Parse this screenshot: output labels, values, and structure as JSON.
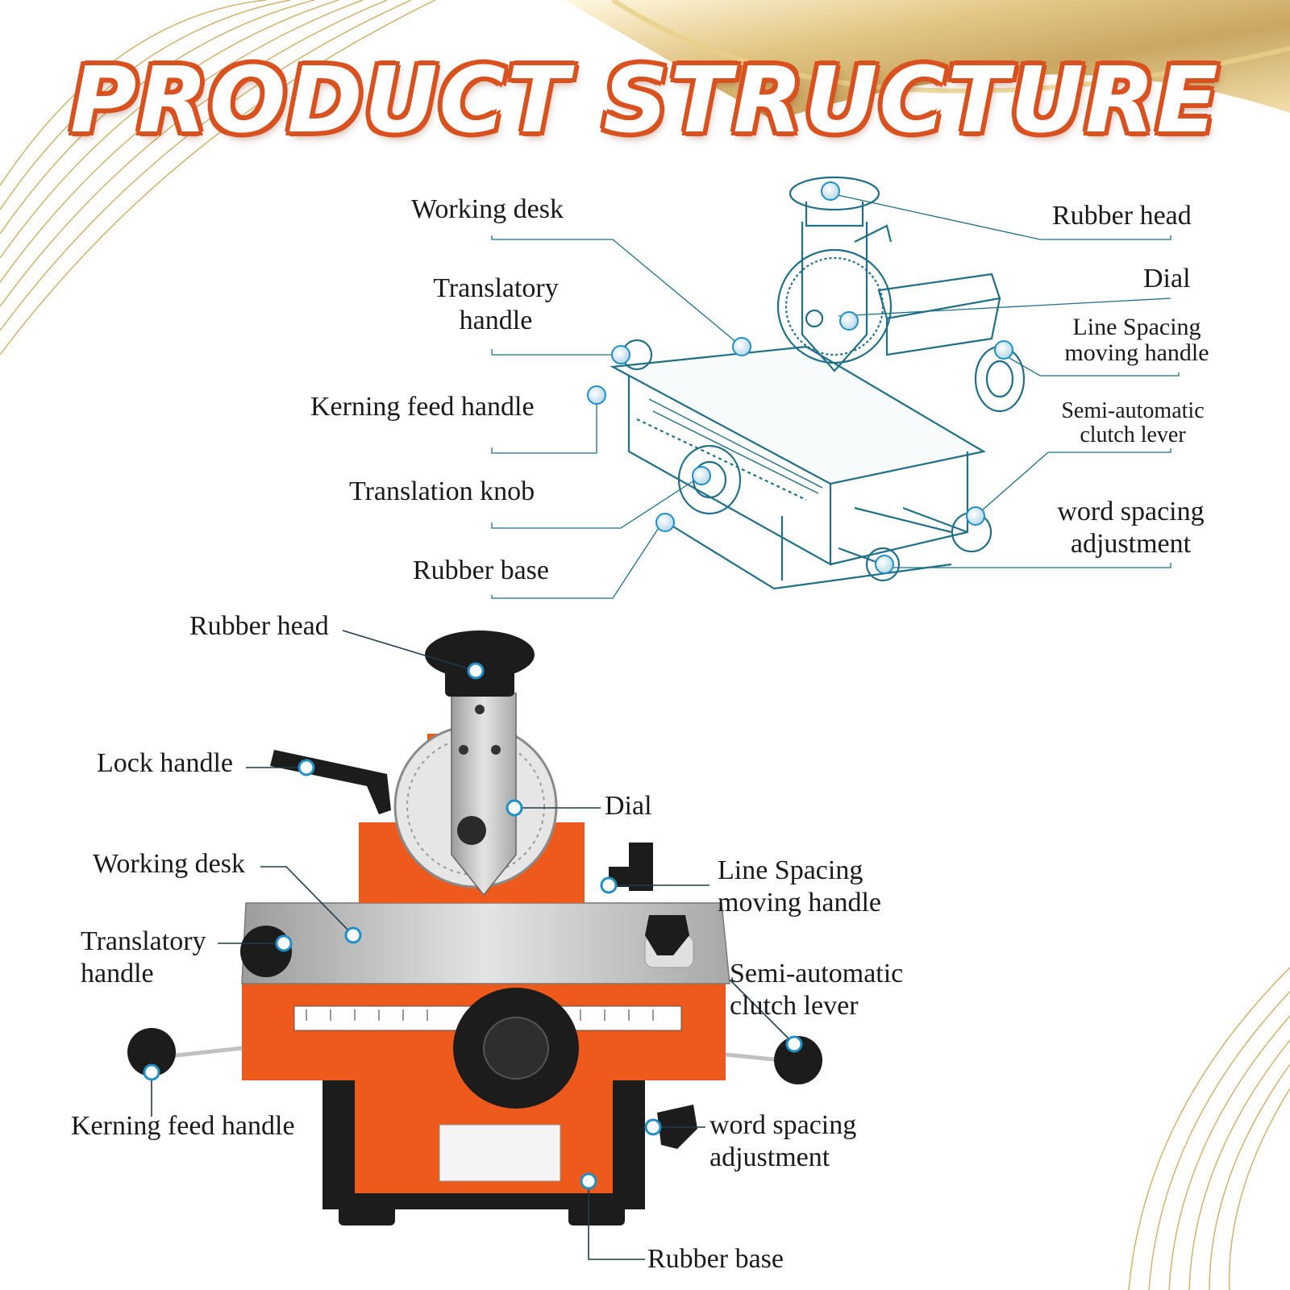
{
  "title": "PRODUCT STRUCTURE",
  "line_diagram_labels": {
    "working_desk": "Working desk",
    "translatory_handle": [
      "Translatory",
      "handle"
    ],
    "kerning_feed_handle": "Kerning feed handle",
    "translation_knob": "Translation knob",
    "rubber_base": "Rubber base",
    "rubber_head": "Rubber head",
    "dial": "Dial",
    "line_spacing_moving_handle": [
      "Line Spacing",
      "moving handle"
    ],
    "semi_automatic_clutch_lever": [
      "Semi-automatic",
      "clutch lever"
    ],
    "word_spacing_adjustment": [
      "word spacing",
      "adjustment"
    ]
  },
  "photo_labels": {
    "rubber_head": "Rubber head",
    "lock_handle": "Lock handle",
    "dial": "Dial",
    "working_desk": "Working desk",
    "line_spacing_moving_handle": [
      "Line Spacing",
      "moving handle"
    ],
    "translatory_handle": [
      "Translatory",
      "handle"
    ],
    "semi_automatic_clutch_lever": [
      "Semi-automatic",
      "clutch lever"
    ],
    "kerning_feed_handle": "Kerning feed handle",
    "word_spacing_adjustment": [
      "word spacing",
      "adjustment"
    ],
    "rubber_base": "Rubber base"
  },
  "colors": {
    "title_fill": "#ffffff",
    "title_outline": "#d8511f",
    "gold": "#c9a24a",
    "diagram_line": "#1f6f86",
    "marker": "#1f8fc4",
    "machine_orange": "#ee5a1c",
    "machine_black": "#1c1c1c",
    "machine_silver": "#c9c9c9"
  },
  "icons": {
    "marker": "callout-dot-icon"
  }
}
